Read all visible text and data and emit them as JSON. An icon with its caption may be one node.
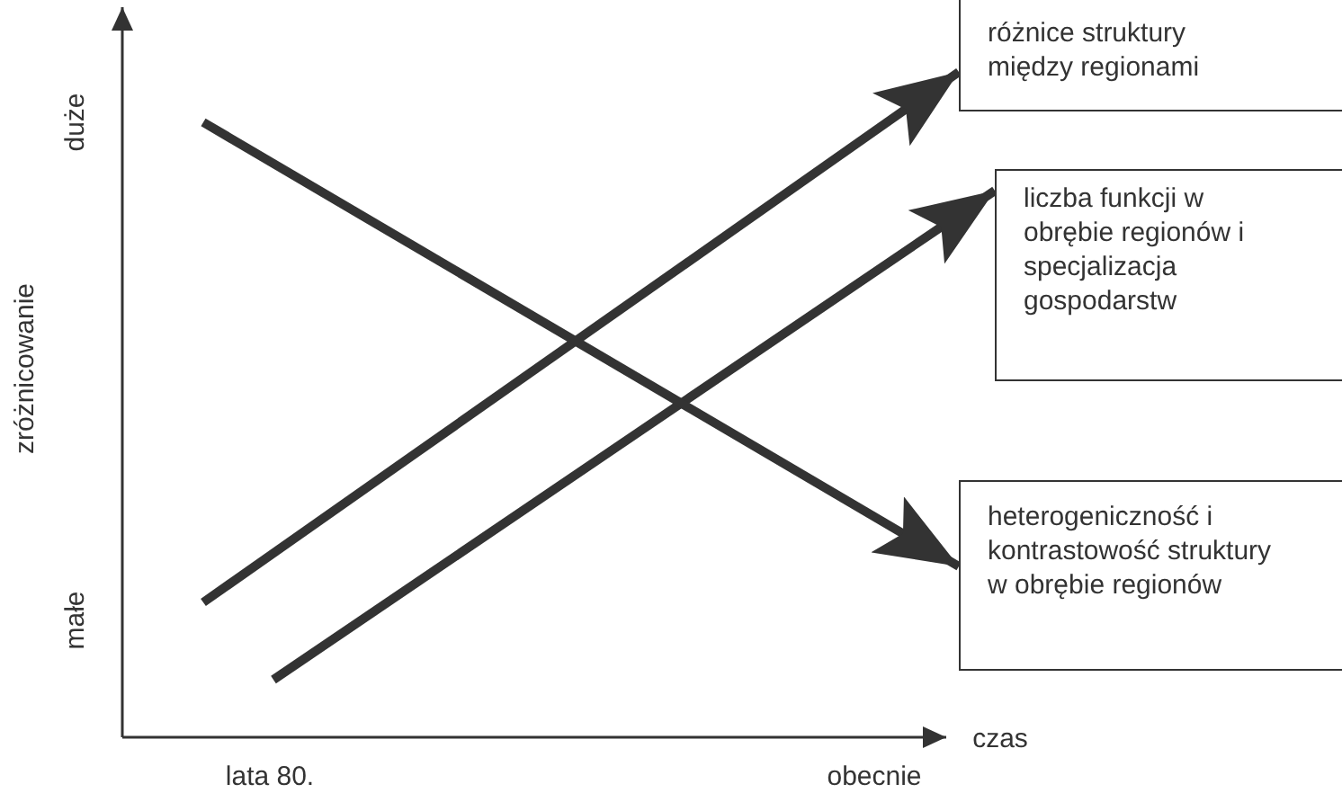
{
  "diagram": {
    "nodes": [
      {
        "text": [
          "różnice struktury między regionami"
        ]
      },
      {
        "text": [
          "liczba funkcji w obrębie regionów i specjalizacja gospodarstw"
        ]
      },
      {
        "text": [
          "heterogeniczność i kontrastowość struktury w obrębie regionów"
        ]
      }
    ],
    "edges": [
      {
        "from": null,
        "to": 0,
        "arrow": "to"
      },
      {
        "from": null,
        "to": 1,
        "arrow": "to"
      },
      {
        "from": null,
        "to": 2,
        "arrow": "to"
      }
    ],
    "labels": [
      "duże",
      "zróżnicowanie",
      "małe",
      "czas",
      "lata 80.",
      "obecnie"
    ]
  }
}
